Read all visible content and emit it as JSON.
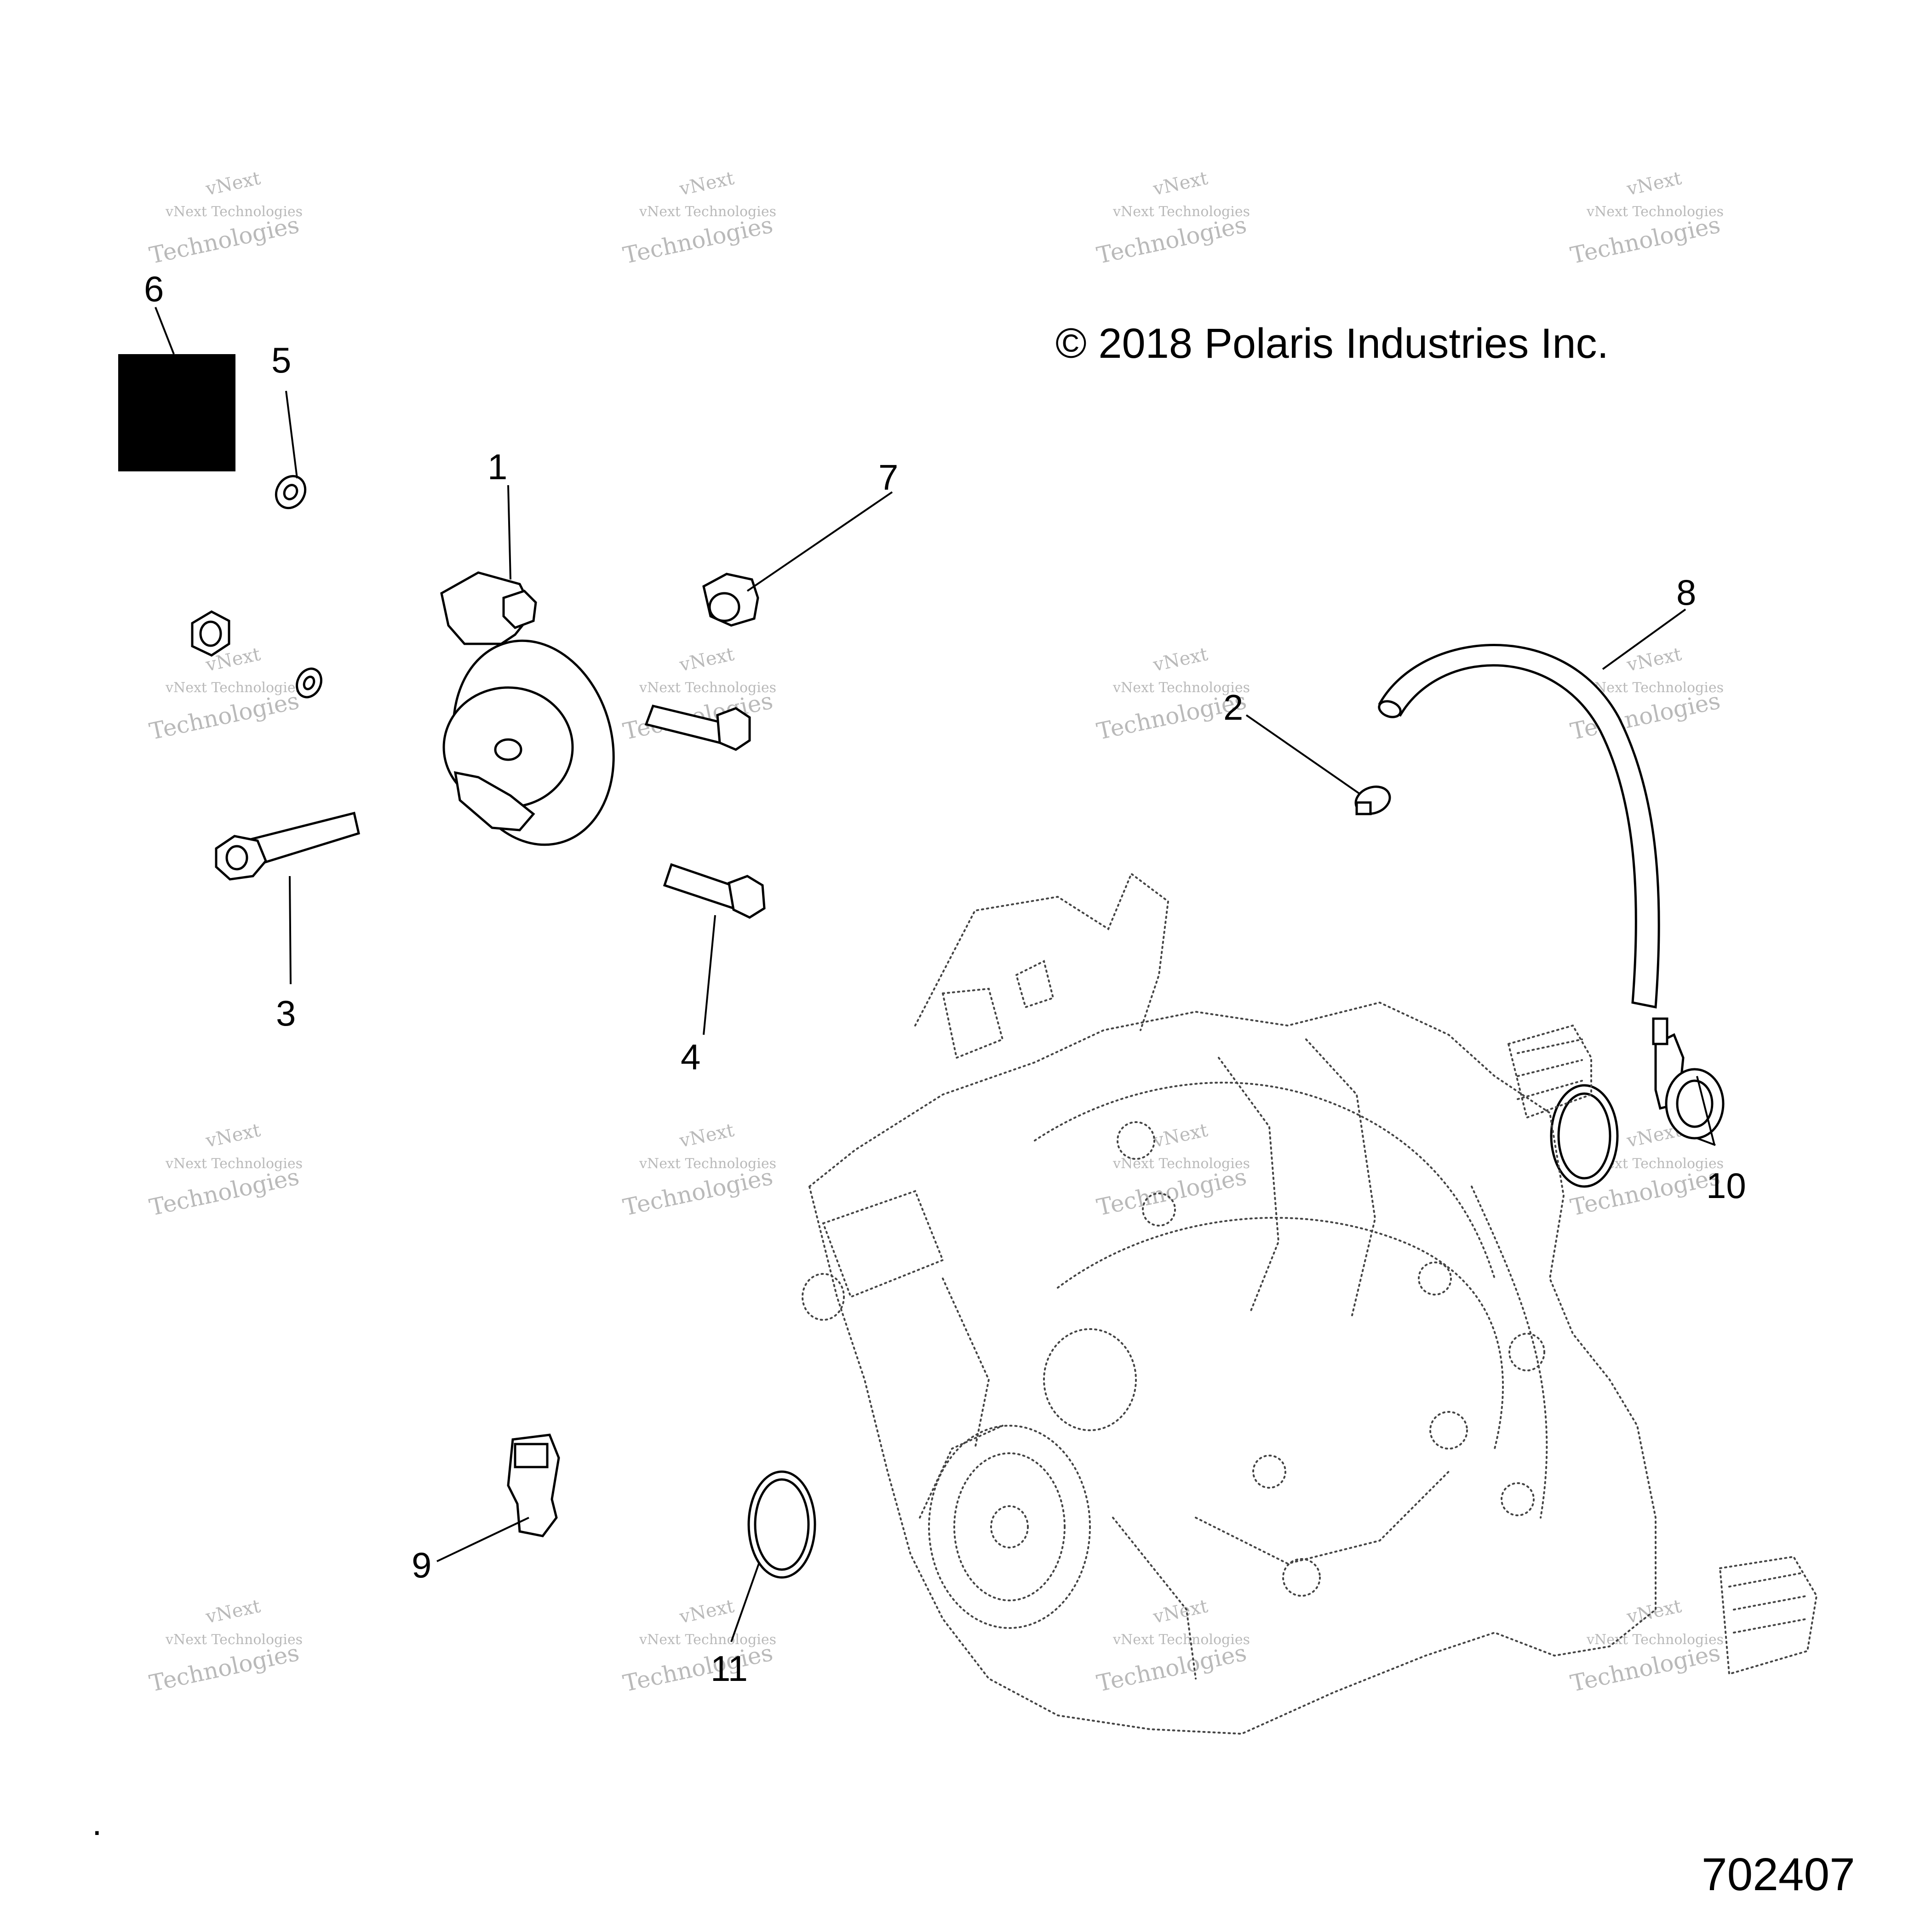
{
  "copyright": "© 2018 Polaris Industries Inc.",
  "diagram_number": "702407",
  "watermark": {
    "brand": "vNext",
    "line1": "vNext Technologies",
    "line2": "Technologies"
  },
  "callouts": [
    "1",
    "2",
    "3",
    "4",
    "5",
    "6",
    "7",
    "8",
    "9",
    "10",
    "11"
  ],
  "footnote_mark": "."
}
